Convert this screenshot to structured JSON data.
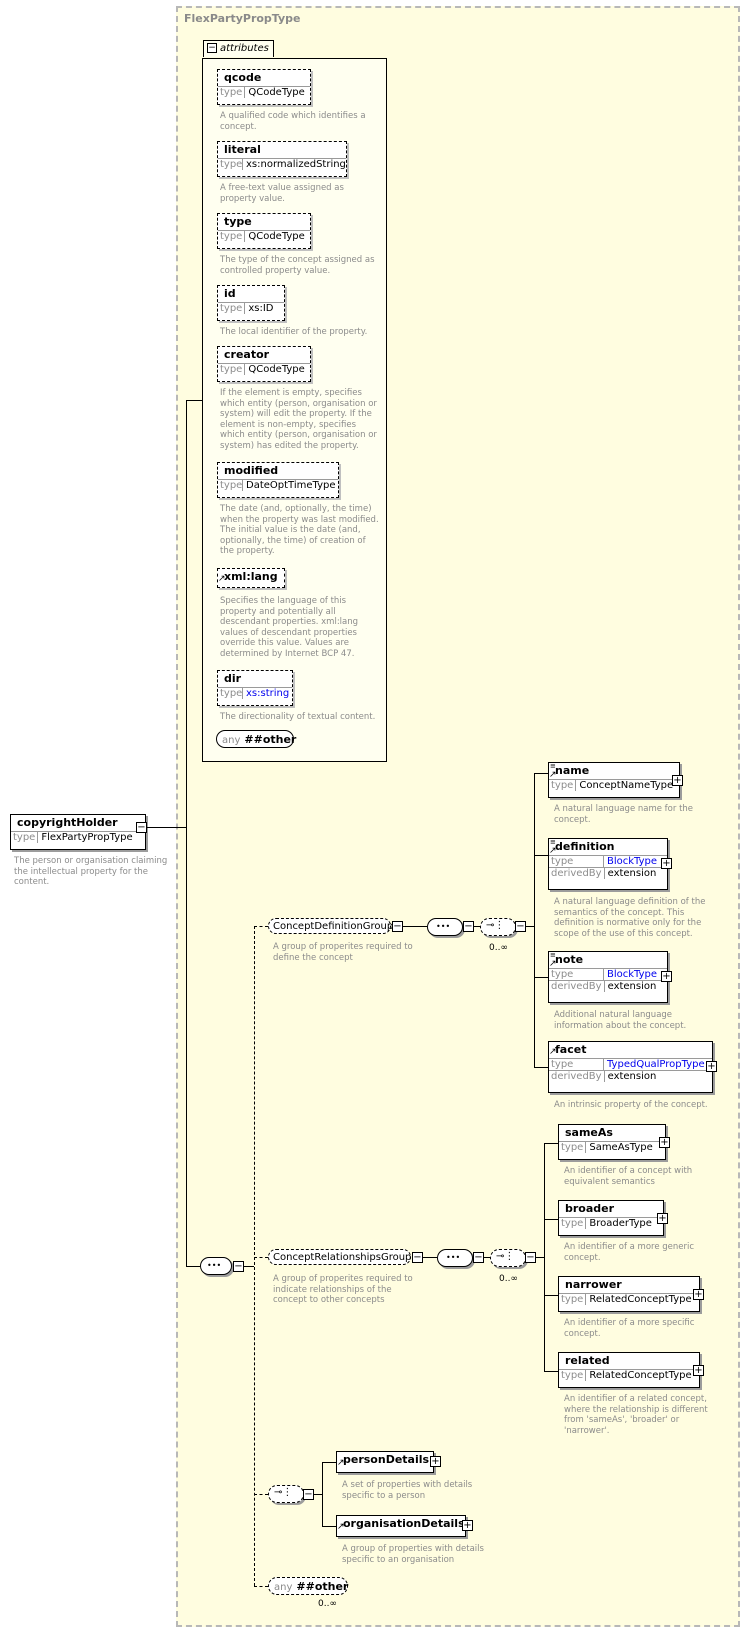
{
  "type_box": {
    "title": "FlexPartyPropType"
  },
  "attributes": {
    "header": "attributes",
    "items": [
      {
        "name": "qcode",
        "type_label": "type",
        "type": "QCodeType",
        "doc": "A qualified code which identifies a concept."
      },
      {
        "name": "literal",
        "type_label": "type",
        "type": "xs:normalizedString",
        "doc": "A free-text value assigned as property value."
      },
      {
        "name": "type",
        "type_label": "type",
        "type": "QCodeType",
        "doc": "The type of the concept assigned as controlled property value."
      },
      {
        "name": "id",
        "type_label": "type",
        "type": "xs:ID",
        "doc": "The local identifier of the property."
      },
      {
        "name": "creator",
        "type_label": "type",
        "type": "QCodeType",
        "doc": "If the element is empty, specifies which entity (person, organisation or system) will edit the property. If the element is non-empty, specifies which entity (person, organisation or system) has edited the property."
      },
      {
        "name": "modified",
        "type_label": "type",
        "type": "DateOptTimeType",
        "doc": "The date (and, optionally, the time) when the property was last modified. The initial value is the date (and, optionally, the time) of creation of the property."
      },
      {
        "name": "xml:lang",
        "doc": "Specifies the language of this property and potentially all descendant properties. xml:lang values of descendant properties override this value. Values are determined by Internet BCP 47."
      },
      {
        "name": "dir",
        "type_label": "type",
        "type": "xs:string",
        "doc": "The directionality of textual content."
      }
    ],
    "any": {
      "prefix": "any",
      "value": "##other"
    }
  },
  "root": {
    "name": "copyrightHolder",
    "type_label": "type",
    "type": "FlexPartyPropType",
    "doc": "The person or organisation claiming the intellectual property for the content."
  },
  "concept_definition_group": {
    "name": "ConceptDefinitionGroup",
    "doc": "A group of properites required to define the concept",
    "cardinality": "0..∞",
    "elements": [
      {
        "name": "name",
        "type_label": "type",
        "type": "ConceptNameType",
        "doc": "A natural language name for the concept."
      },
      {
        "name": "definition",
        "type_label": "type",
        "type": "BlockType",
        "derived_label": "derivedBy",
        "derived": "extension",
        "doc": "A natural language definition of the semantics of the concept. This definition is normative only for the scope of the use of this concept."
      },
      {
        "name": "note",
        "type_label": "type",
        "type": "BlockType",
        "derived_label": "derivedBy",
        "derived": "extension",
        "doc": "Additional natural language information about the concept."
      },
      {
        "name": "facet",
        "type_label": "type",
        "type": "TypedQualPropType",
        "derived_label": "derivedBy",
        "derived": "extension",
        "doc": "An intrinsic property of the concept."
      }
    ]
  },
  "concept_relationships_group": {
    "name": "ConceptRelationshipsGroup",
    "doc": "A group of properites required to indicate relationships of the concept to other concepts",
    "cardinality": "0..∞",
    "elements": [
      {
        "name": "sameAs",
        "type_label": "type",
        "type": "SameAsType",
        "doc": "An identifier of a concept with equivalent semantics"
      },
      {
        "name": "broader",
        "type_label": "type",
        "type": "BroaderType",
        "doc": "An identifier of a more generic concept."
      },
      {
        "name": "narrower",
        "type_label": "type",
        "type": "RelatedConceptType",
        "doc": "An identifier of a more specific concept."
      },
      {
        "name": "related",
        "type_label": "type",
        "type": "RelatedConceptType",
        "doc": "An identifier of a related concept, where the relationship is different from 'sameAs', 'broader' or 'narrower'."
      }
    ]
  },
  "choice_elements": [
    {
      "name": "personDetails",
      "doc": "A set of properties with details specific to a person"
    },
    {
      "name": "organisationDetails",
      "doc": "A group of properties with details specific to an organisation"
    }
  ],
  "any_other": {
    "prefix": "any",
    "value": "##other",
    "cardinality": "0..∞"
  },
  "symbols": {
    "expand": "+",
    "collapse": "−"
  }
}
